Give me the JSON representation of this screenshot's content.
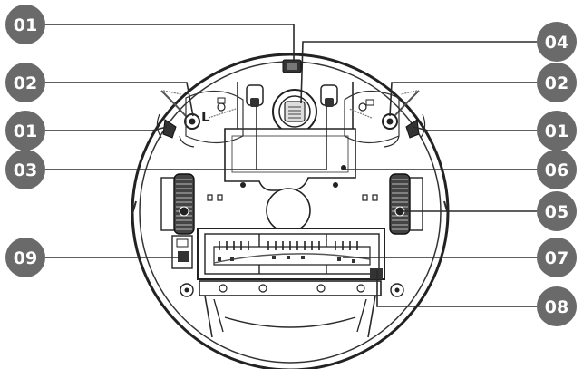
{
  "callouts": {
    "left": {
      "c1": "01",
      "c2": "02",
      "c3": "01",
      "c4": "03",
      "c5": "09"
    },
    "right": {
      "c1": "04",
      "c2": "02",
      "c3": "01",
      "c4": "06",
      "c5": "05",
      "c6": "07",
      "c7": "08"
    }
  },
  "wheel_marks": {
    "left_side": "L"
  },
  "icons": [
    "robot-vacuum-underside",
    "side-brush",
    "drive-wheel",
    "main-roller-brush",
    "caster-wheel",
    "cliff-sensor",
    "battery-cover",
    "power-switch"
  ],
  "colors": {
    "callout_fill": "#6a6a6a",
    "callout_text": "#ffffff",
    "line": "#2a2a2a",
    "background": "#ffffff"
  }
}
